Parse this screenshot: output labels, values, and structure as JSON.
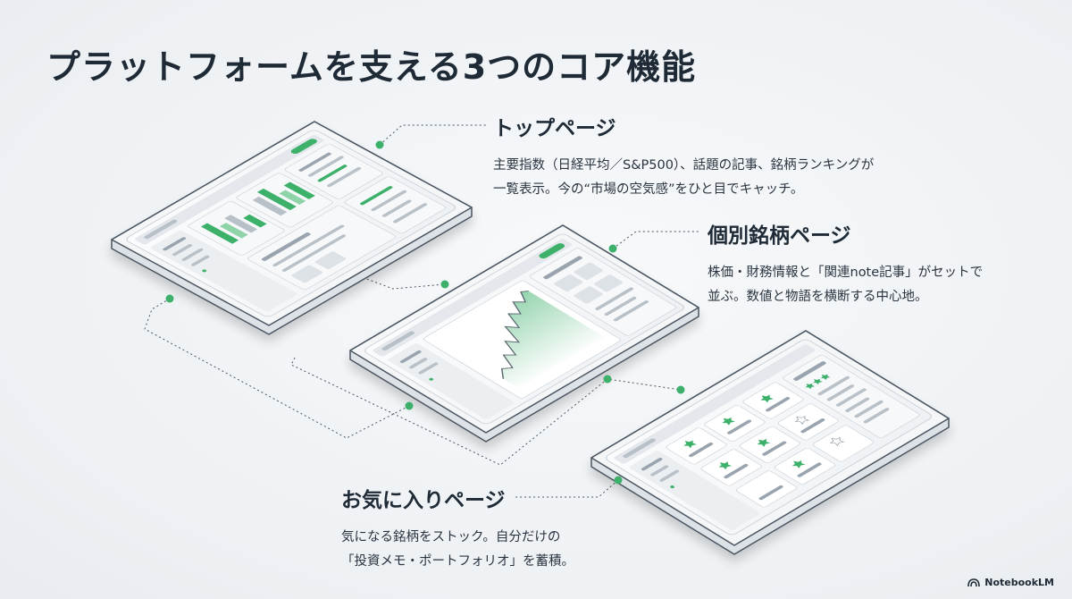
{
  "title": "プラットフォームを支える3つのコア機能",
  "features": [
    {
      "title": "トップページ",
      "lines": [
        "主要指数（日経平均／S&P500）、話題の記事、銘柄ランキングが",
        "一覧表示。今の“市場の空気感”をひと目でキャッチ。"
      ]
    },
    {
      "title": "個別銘柄ページ",
      "lines": [
        "株価・財務情報と「関連note記事」がセットで",
        "並ぶ。数値と物語を横断する中心地。"
      ]
    },
    {
      "title": "お気に入りページ",
      "lines": [
        "気になる銘柄をストック。自分だけの",
        "「投資メモ・ポートフォリオ」を蓄積。"
      ]
    }
  ],
  "brand": {
    "icon": "notebooklm-icon",
    "label": "NotebookLM"
  },
  "colors": {
    "accent": "#3db06b",
    "accent_light": "#8fd3a8",
    "ink": "#1e2a35",
    "frame": "#4a5560"
  }
}
